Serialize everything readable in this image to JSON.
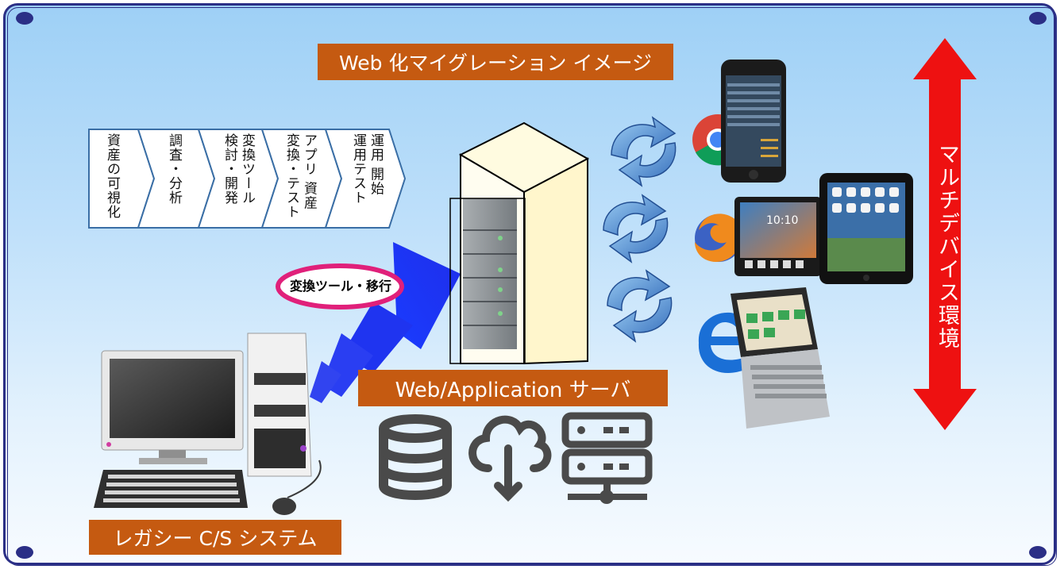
{
  "title": "Web 化マイグレーション イメージ",
  "steps": [
    "資産の可視化",
    "調査・分析",
    "変換ツール\n検討・開発",
    "アプリ 資産\n変換・テスト",
    "運用 開始\n運用テスト"
  ],
  "migration_tag": "変換ツール・移行",
  "server_label": "Web/Application サーバ",
  "multi_device_label": "マルチデバイス環境",
  "legacy_label": "レガシー C/S システム",
  "tablet_clock": "10:10",
  "colors": {
    "label_bg": "#c55a11",
    "frame": "#2b2f86",
    "arrow_red": "#ee1111",
    "arrow_blue": "#1a3cff",
    "ellipse": "#e0207a"
  }
}
